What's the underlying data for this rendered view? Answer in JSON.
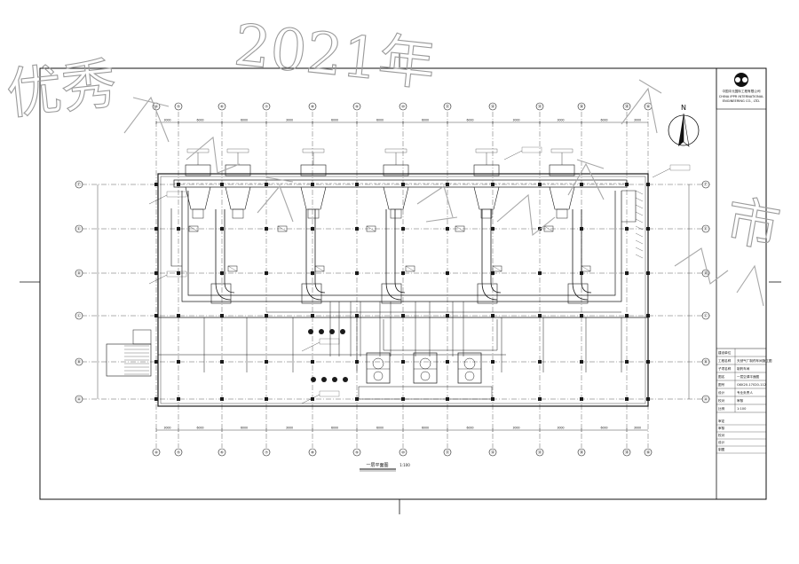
{
  "watermark": {
    "line1": "优秀",
    "line2": "2021年",
    "line3": "市"
  },
  "north": {
    "letter": "N"
  },
  "axes": {
    "columns": [
      "④",
      "⑤",
      "⑥",
      "⑦",
      "⑧",
      "⑨",
      "⑩",
      "⑪",
      "⑫",
      "⑬",
      "⑭",
      "⑮",
      "⑯"
    ],
    "rows": [
      "Ⓐ",
      "Ⓑ",
      "Ⓒ",
      "Ⓓ",
      "Ⓔ",
      "Ⓕ"
    ],
    "spacings": [
      "3000",
      "6000",
      "6000",
      "3000",
      "6000",
      "6000",
      "6000",
      "6000",
      "3000",
      "3000",
      "6000",
      "3000"
    ]
  },
  "plan_title": "一层平面图",
  "plan_scale": "1:100",
  "title_block": {
    "company_cn": "中国中元国际工程有限公司",
    "company_en_1": "CHINA IPPR INTERNATIONAL",
    "company_en_2": "ENGINEERING CO., LTD.",
    "rows": [
      [
        "建设单位",
        ""
      ],
      [
        "工程名称",
        "天然气厂制药车间施工图"
      ],
      [
        "子项名称",
        "制药车间"
      ],
      [
        "图名",
        "一层空调平面图"
      ],
      [
        "图号",
        "GKK20-17020-112"
      ],
      [
        "设计",
        "专业负责人"
      ],
      [
        "校对",
        "审核"
      ],
      [
        "比例",
        "1:100"
      ]
    ],
    "sign_rows": [
      "审定",
      "审核",
      "校对",
      "设计",
      "制图"
    ]
  },
  "colors": {
    "line": "#1a1a1a",
    "watermark": "#9a9a9a"
  }
}
